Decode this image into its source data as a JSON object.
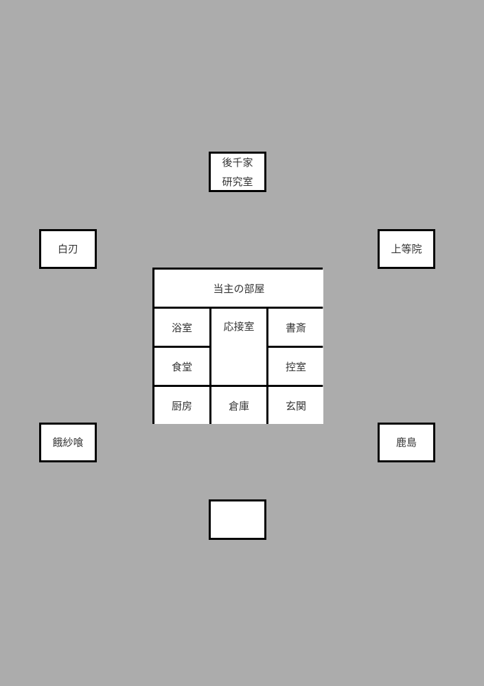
{
  "outer_nodes": {
    "top": {
      "lines": [
        "後千家",
        "研究室"
      ]
    },
    "left_top": {
      "label": "白刃"
    },
    "right_top": {
      "label": "上等院"
    },
    "left_bottom": {
      "label": "餓紗喰"
    },
    "right_bottom": {
      "label": "鹿島"
    },
    "bottom": {
      "label": ""
    }
  },
  "floor_plan": {
    "master_room": "当主の部屋",
    "bath": "浴室",
    "reception": "応接室",
    "study": "書斎",
    "dining": "食堂",
    "anteroom": "控室",
    "kitchen": "厨房",
    "storage": "倉庫",
    "entrance": "玄関"
  },
  "colors": {
    "background": "#acacac",
    "box_fill": "#ffffff",
    "border": "#000000"
  }
}
